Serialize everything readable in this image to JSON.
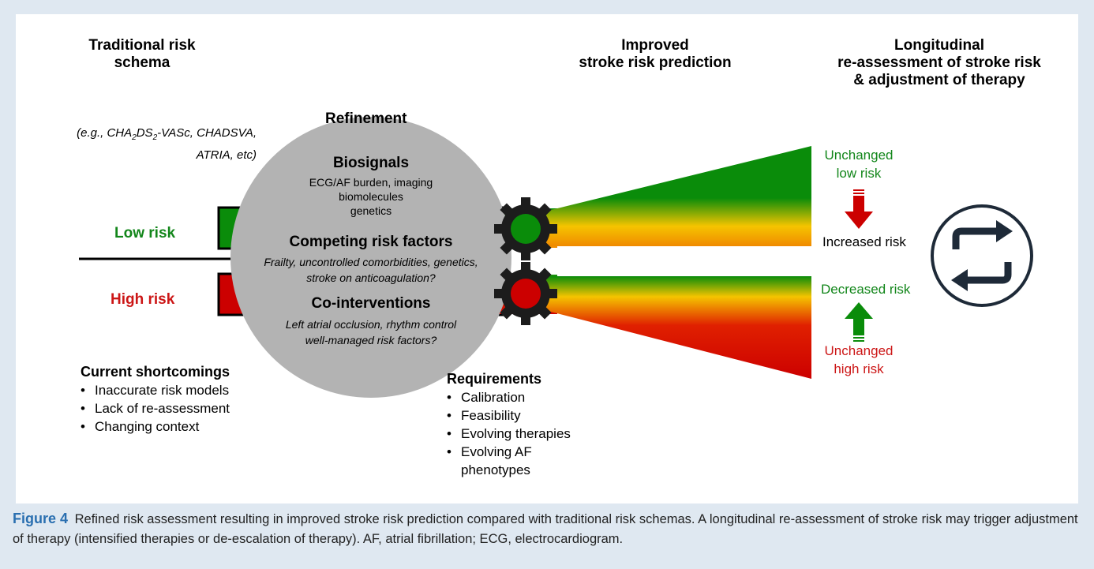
{
  "headers": {
    "traditional": "Traditional risk\nschema",
    "improved": "Improved\nstroke risk prediction",
    "longitudinal": "Longitudinal\nre-assessment of stroke risk\n& adjustment of therapy"
  },
  "examples": {
    "prefix": "(e.g., CHA",
    "sub1": "2",
    "mid": "DS",
    "sub2": "2",
    "suffix": "-VASc, CHADSVA,",
    "line2": "ATRIA, etc)"
  },
  "risk_labels": {
    "low": "Low risk",
    "high": "High risk"
  },
  "refinement": {
    "title": "Refinement",
    "biosignals_title": "Biosignals",
    "biosignals_lines": [
      "ECG/AF burden, imaging",
      "biomolecules",
      "genetics"
    ],
    "competing_title": "Competing risk factors",
    "competing_lines": [
      "Frailty, uncontrolled comorbidities, genetics,",
      "stroke on anticoagulation?"
    ],
    "cointerventions_title": "Co-interventions",
    "cointerventions_lines": [
      "Left atrial occlusion, rhythm control",
      "well-managed risk factors?"
    ]
  },
  "shortcomings": {
    "title": "Current shortcomings",
    "items": [
      "Inaccurate risk models",
      "Lack of re-assessment",
      "Changing context"
    ]
  },
  "requirements": {
    "title": "Requirements",
    "items": [
      "Calibration",
      "Feasibility",
      "Evolving therapies",
      "Evolving AF\nphenotypes"
    ]
  },
  "outcomes": {
    "unchanged_low": "Unchanged\nlow risk",
    "increased": "Increased risk",
    "decreased": "Decreased risk",
    "unchanged_high": "Unchanged\nhigh risk"
  },
  "caption": {
    "figure_label": "Figure 4",
    "text": "Refined risk assessment resulting in improved stroke risk prediction compared with traditional risk schemas. A longitudinal re-assessment of stroke risk may trigger adjustment of therapy (intensified therapies or de-escalation of therapy). AF, atrial fibrillation; ECG, electrocardiogram."
  },
  "colors": {
    "green": "#0a8c0a",
    "red": "#cc0000",
    "yellow": "#f5c400",
    "circle": "#b3b3b3",
    "gear": "#1c1c1c",
    "panel_bg": "#ffffff",
    "outer_bg": "#dfe8f1",
    "caption_accent": "#2a6fb0"
  },
  "icons": [
    "gear-icon-low",
    "gear-icon-high",
    "arrow-down-icon",
    "arrow-up-icon",
    "reassess-cycle-icon"
  ]
}
